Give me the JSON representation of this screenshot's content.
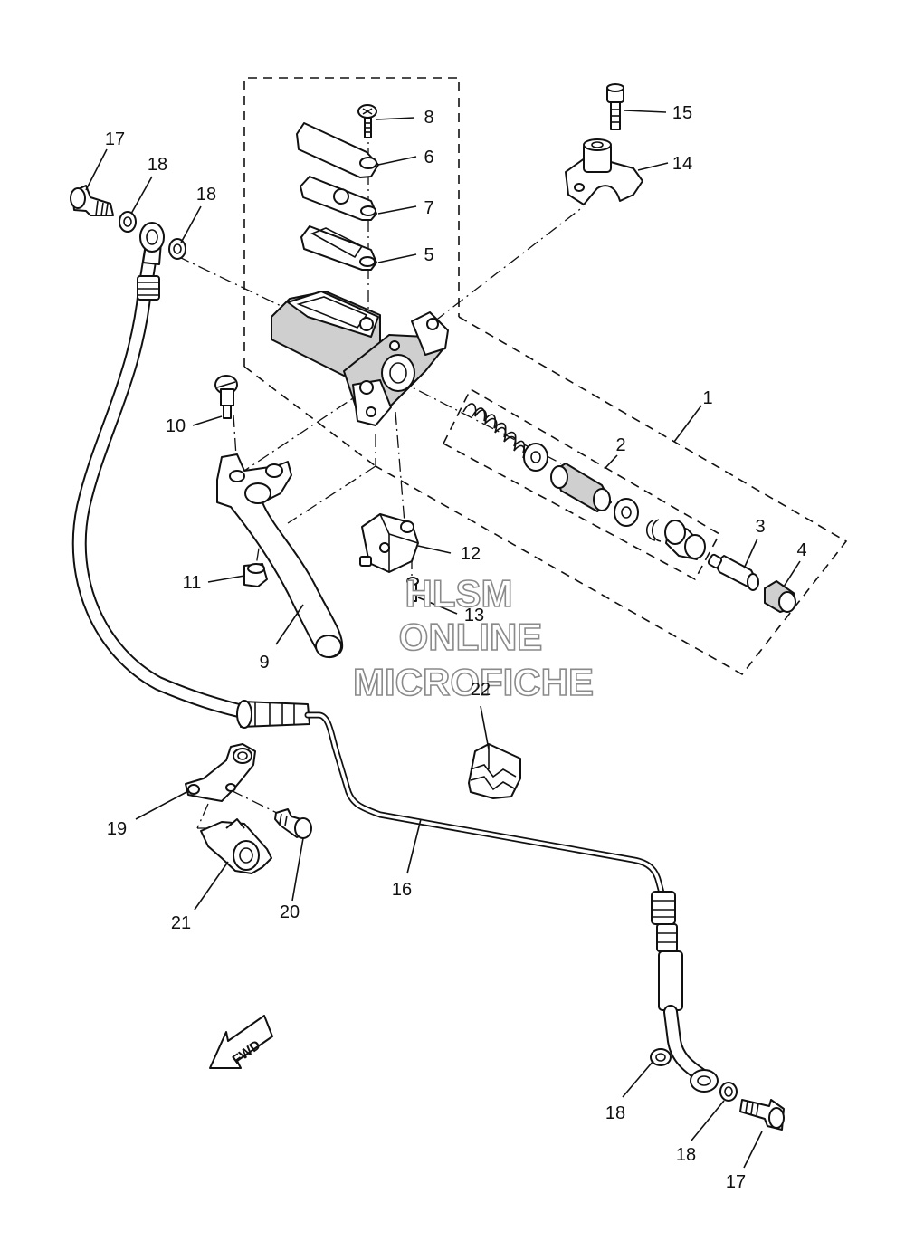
{
  "callouts": [
    {
      "id": "c1",
      "text": "1"
    },
    {
      "id": "c2",
      "text": "2"
    },
    {
      "id": "c3",
      "text": "3"
    },
    {
      "id": "c4",
      "text": "4"
    },
    {
      "id": "c5",
      "text": "5"
    },
    {
      "id": "c6",
      "text": "6"
    },
    {
      "id": "c7",
      "text": "7"
    },
    {
      "id": "c8",
      "text": "8"
    },
    {
      "id": "c9",
      "text": "9"
    },
    {
      "id": "c10",
      "text": "10"
    },
    {
      "id": "c11",
      "text": "11"
    },
    {
      "id": "c12",
      "text": "12"
    },
    {
      "id": "c13",
      "text": "13"
    },
    {
      "id": "c14",
      "text": "14"
    },
    {
      "id": "c15",
      "text": "15"
    },
    {
      "id": "c16",
      "text": "16"
    },
    {
      "id": "c17a",
      "text": "17"
    },
    {
      "id": "c17b",
      "text": "17"
    },
    {
      "id": "c18a",
      "text": "18"
    },
    {
      "id": "c18b",
      "text": "18"
    },
    {
      "id": "c18c",
      "text": "18"
    },
    {
      "id": "c18d",
      "text": "18"
    },
    {
      "id": "c19",
      "text": "19"
    },
    {
      "id": "c20",
      "text": "20"
    },
    {
      "id": "c21",
      "text": "21"
    },
    {
      "id": "c22",
      "text": "22"
    }
  ],
  "watermark": {
    "line1": "HLSM",
    "line2": "ONLINE",
    "line3": "MICROFICHE"
  },
  "direction_arrow": {
    "text": "FWD"
  }
}
